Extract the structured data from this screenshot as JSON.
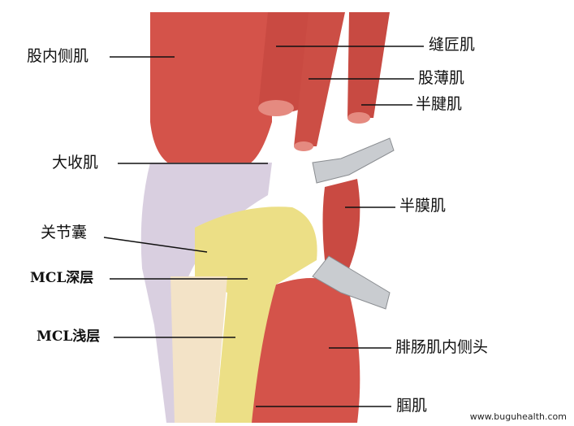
{
  "labels": {
    "vastus_medialis": "股内侧肌",
    "sartorius": "缝匠肌",
    "gracilis": "股薄肌",
    "semitendinosus": "半腱肌",
    "adductor_magnus": "大收肌",
    "semimembranosus": "半膜肌",
    "joint_capsule": "关节囊",
    "mcl_deep": "MCL深层",
    "mcl_superficial": "MCL浅层",
    "gastrocnemius_medial_head": "腓肠肌内侧头",
    "popliteus": "腘肌"
  },
  "watermark": "www.buguhealth.com",
  "colors": {
    "muscle": "#d4534a",
    "muscle_dark": "#a83a33",
    "ligament": "#ecdf86",
    "capsule": "#d9cfe0",
    "retractor": "#c9ccd0"
  }
}
